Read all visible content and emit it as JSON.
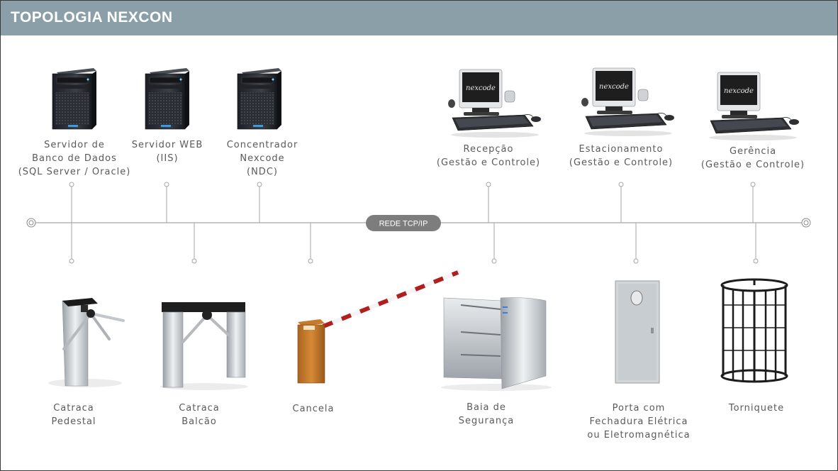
{
  "header": {
    "title": "TOPOLOGIA NEXCON"
  },
  "network": {
    "label": "REDE TCP/IP"
  },
  "servers": [
    {
      "label": "Servidor de\nBanco de Dados\n(SQL Server / Oracle)",
      "icon": "tower-server-icon"
    },
    {
      "label": "Servidor WEB\n(IIS)",
      "icon": "tower-server-icon"
    },
    {
      "label": "Concentrador\nNexcode\n(NDC)",
      "icon": "tower-server-icon"
    }
  ],
  "workstations": [
    {
      "label": "Recepção\n(Gestão e Controle)",
      "screen_text": "nexcode",
      "icon": "workstation-icon"
    },
    {
      "label": "Estacionamento\n(Gestão e Controle)",
      "screen_text": "nexcode",
      "icon": "workstation-icon"
    },
    {
      "label": "Gerência\n(Gestão e Controle)",
      "screen_text": "nexcode",
      "icon": "workstation-icon"
    }
  ],
  "devices": [
    {
      "label": "Catraca\nPedestal",
      "icon": "pedestal-turnstile-icon"
    },
    {
      "label": "Catraca\nBalcão",
      "icon": "counter-turnstile-icon"
    },
    {
      "label": "Cancela",
      "icon": "barrier-gate-icon"
    },
    {
      "label": "Baia de\nSegurança",
      "icon": "speed-gate-icon"
    },
    {
      "label": "Porta com\nFechadura Elétrica\nou Eletromagnética",
      "icon": "door-lock-icon"
    },
    {
      "label": "Torniquete",
      "icon": "full-height-turnstile-icon"
    }
  ]
}
